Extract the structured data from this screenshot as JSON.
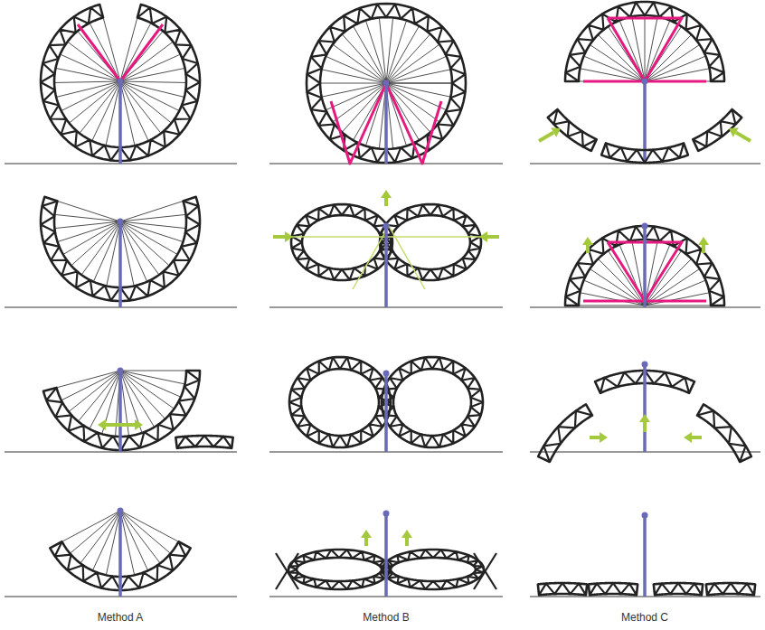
{
  "diagram": {
    "labels": [
      "Method A",
      "Method B",
      "Method C"
    ]
  }
}
